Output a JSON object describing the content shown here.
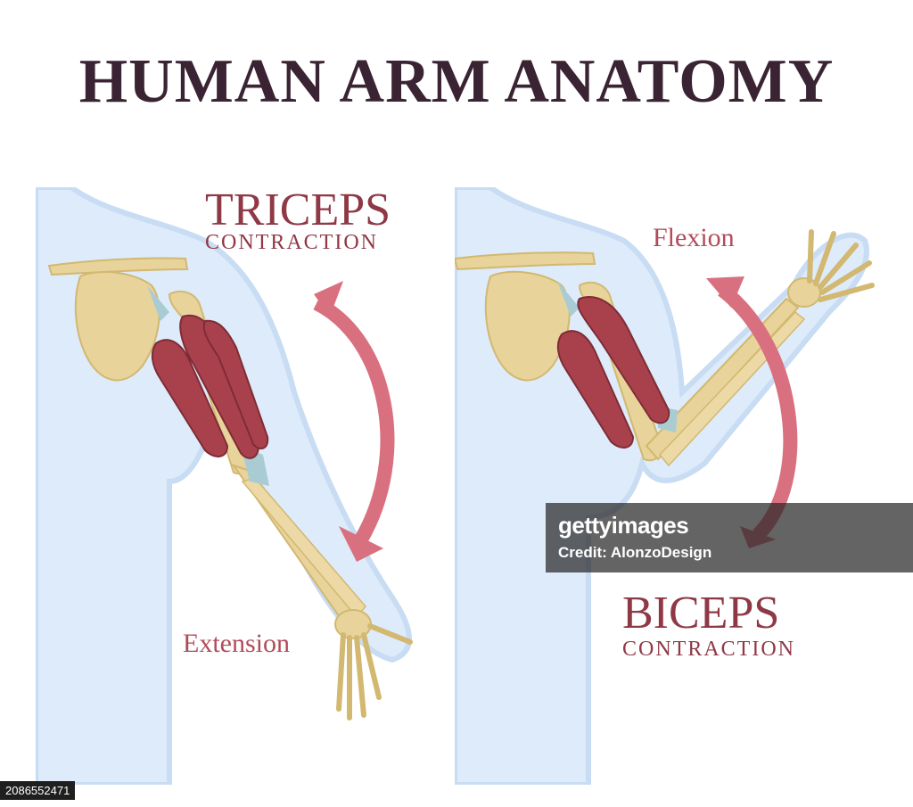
{
  "title": "HUMAN ARM ANATOMY",
  "left_panel": {
    "heading": "TRICEPS",
    "subheading": "CONTRACTION",
    "movement": "Extension"
  },
  "right_panel": {
    "heading": "BICEPS",
    "subheading": "CONTRACTION",
    "movement": "Flexion"
  },
  "watermark": {
    "logo": "gettyimages",
    "credit": "Credit: AlonzoDesign"
  },
  "stock_id": "2086552471",
  "colors": {
    "title": "#3a2433",
    "label": "#8f3846",
    "arrow": "#d9707f",
    "body": "#ddebfb",
    "bone": "#e8d39a",
    "muscle": "#a9414c",
    "tendon": "#a9ccd3"
  }
}
